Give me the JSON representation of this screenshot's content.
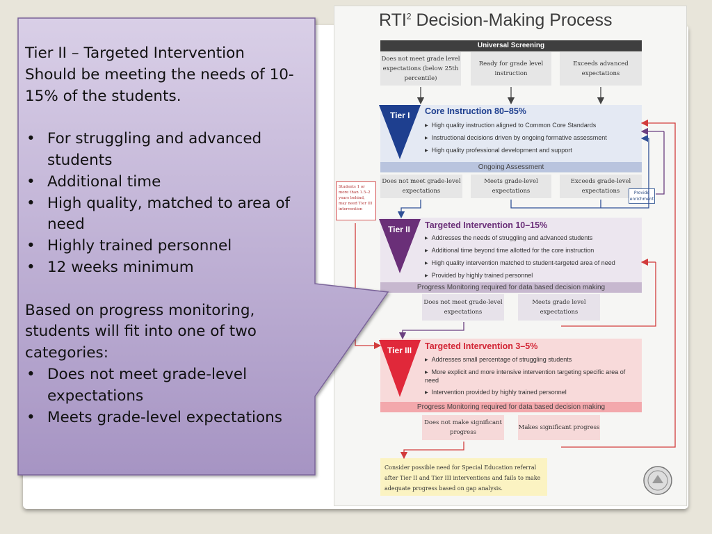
{
  "callout": {
    "title_line1": "Tier II – Targeted Intervention",
    "title_line2": "Should be meeting the needs of 10-15% of the students.",
    "bullets": [
      "For struggling and advanced students",
      "Additional time",
      "High quality, matched to area of need",
      "Highly trained personnel",
      "12 weeks minimum"
    ],
    "paragraph": "Based on progress monitoring, students will fit into one of two categories:",
    "categories": [
      "Does not meet grade-level expectations",
      "Meets grade-level expectations"
    ]
  },
  "doc": {
    "title": "RTI",
    "title_sup": "2",
    "title_rest": " Decision-Making Process",
    "universal_screening": "Universal Screening",
    "screen_boxes": [
      "Does not meet grade level expectations (below 25th percentile)",
      "Ready for grade level instruction",
      "Exceeds advanced expectations"
    ],
    "tier1": {
      "label": "Tier I",
      "title": "Core Instruction 80–85%",
      "bullets": [
        "High quality instruction aligned to Common Core Standards",
        "Instructional decisions driven by ongoing formative assessment",
        "High quality professional development and support"
      ],
      "strip": "Ongoing Assessment",
      "outcomes": [
        "Does not meet grade-level expectations",
        "Meets grade-level expectations",
        "Exceeds grade-level expectations"
      ]
    },
    "side_note": "Students 1 or more than 1.5–2 years behind, may need Tier III intervention",
    "enrich": "Provide enrichment",
    "tier2": {
      "label": "Tier II",
      "title": "Targeted Intervention 10–15%",
      "bullets": [
        "Addresses the needs of struggling and advanced students",
        "Additional time beyond time allotted for the core instruction",
        "High quality intervention matched to student-targeted area of need",
        "Provided by highly trained personnel"
      ],
      "strip": "Progress Monitoring required for data based decision making",
      "outcomes": [
        "Does not meet grade-level expectations",
        "Meets grade level expectations"
      ]
    },
    "tier3": {
      "label": "Tier III",
      "title": "Targeted Intervention 3–5%",
      "bullets": [
        "Addresses small percentage of struggling students",
        "More explicit and more intensive intervention targeting specific area of need",
        "Intervention provided by highly trained personnel"
      ],
      "strip": "Progress Monitoring required for data based decision making",
      "outcomes": [
        "Does not make significant progress",
        "Makes significant progress"
      ]
    },
    "referral": "Consider possible need for Special Education referral after Tier II and Tier III interventions and fails to make adequate progress based on gap analysis."
  },
  "colors": {
    "tier1": "#1e3f8f",
    "tier2": "#6a2f78",
    "tier3": "#e0283a",
    "arrow_red": "#d23c3c",
    "arrow_blue": "#2f4f96",
    "arrow_purple": "#6a3f80"
  }
}
